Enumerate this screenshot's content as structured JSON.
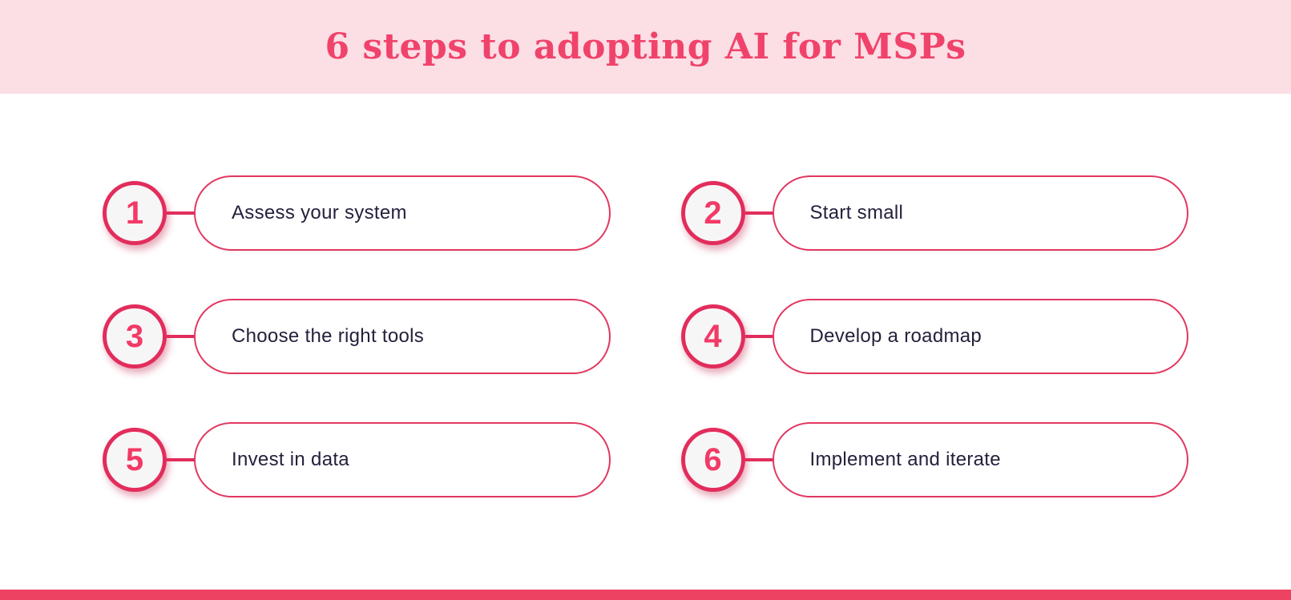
{
  "header": {
    "title": "6 steps to adopting AI for MSPs"
  },
  "steps": [
    {
      "number": "1",
      "label": "Assess your system"
    },
    {
      "number": "2",
      "label": "Start small"
    },
    {
      "number": "3",
      "label": "Choose the right tools"
    },
    {
      "number": "4",
      "label": "Develop a roadmap"
    },
    {
      "number": "5",
      "label": "Invest in data"
    },
    {
      "number": "6",
      "label": "Implement and iterate"
    }
  ],
  "colors": {
    "background": "#FFFFFF",
    "header_background": "#FCDEE5",
    "title_text": "#F0436B",
    "circle_border": "#E22D5C",
    "circle_fill": "#F7F6F7",
    "number_text": "#F23A67",
    "pill_border": "#E23760",
    "pill_text": "#26203C",
    "footer_bar": "#EE4263"
  }
}
